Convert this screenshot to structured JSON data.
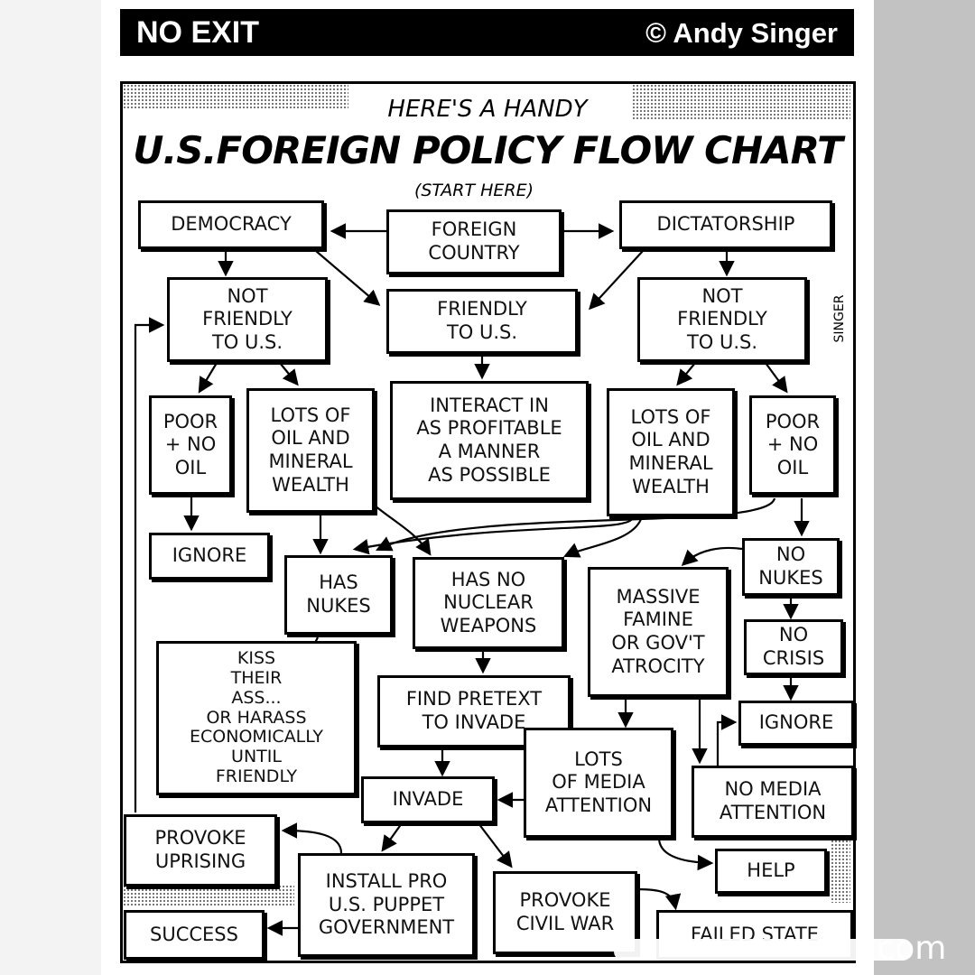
{
  "header": {
    "title": "NO EXIT",
    "credit": "© Andy Singer"
  },
  "chart": {
    "pretitle": "HERE'S A HANDY",
    "title": "U.S.FOREIGN POLICY FLOW CHART",
    "start": "(START HERE)",
    "signature": "SINGER",
    "nodes": {
      "democracy": "DEMOCRACY",
      "foreign_country": "FOREIGN\nCOUNTRY",
      "dictatorship": "DICTATORSHIP",
      "not_friendly_left": "NOT\nFRIENDLY\nTO U.S.",
      "friendly": "FRIENDLY\nTO U.S.",
      "not_friendly_right": "NOT\nFRIENDLY\nTO U.S.",
      "poor_left": "POOR\n+ NO\nOIL",
      "oil_left": "LOTS OF\nOIL AND\nMINERAL\nWEALTH",
      "interact": "INTERACT IN\nAS PROFITABLE\nA MANNER\nAS POSSIBLE",
      "oil_right": "LOTS OF\nOIL AND\nMINERAL\nWEALTH",
      "poor_right": "POOR\n+ NO\nOIL",
      "ignore_left": "IGNORE",
      "has_nukes": "HAS\nNUKES",
      "no_nuclear": "HAS NO\nNUCLEAR\nWEAPONS",
      "no_nukes": "NO\nNUKES",
      "famine": "MASSIVE\nFAMINE\nOR GOV'T\nATROCITY",
      "kiss": "KISS\nTHEIR\nASS...\nOR HARASS\nECONOMICALLY\nUNTIL\nFRIENDLY",
      "no_crisis": "NO\nCRISIS",
      "pretext": "FIND PRETEXT\nTO INVADE",
      "ignore_right": "IGNORE",
      "lots_media": "LOTS\nOF MEDIA\nATTENTION",
      "no_media": "NO MEDIA\nATTENTION",
      "invade": "INVADE",
      "uprising": "PROVOKE\nUPRISING",
      "help": "HELP",
      "install": "INSTALL PRO\nU.S. PUPPET\nGOVERNMENT",
      "civil_war": "PROVOKE\nCIVIL WAR",
      "success": "SUCCESS",
      "failed_state": "FAILED STATE"
    }
  },
  "watermark": ".com"
}
